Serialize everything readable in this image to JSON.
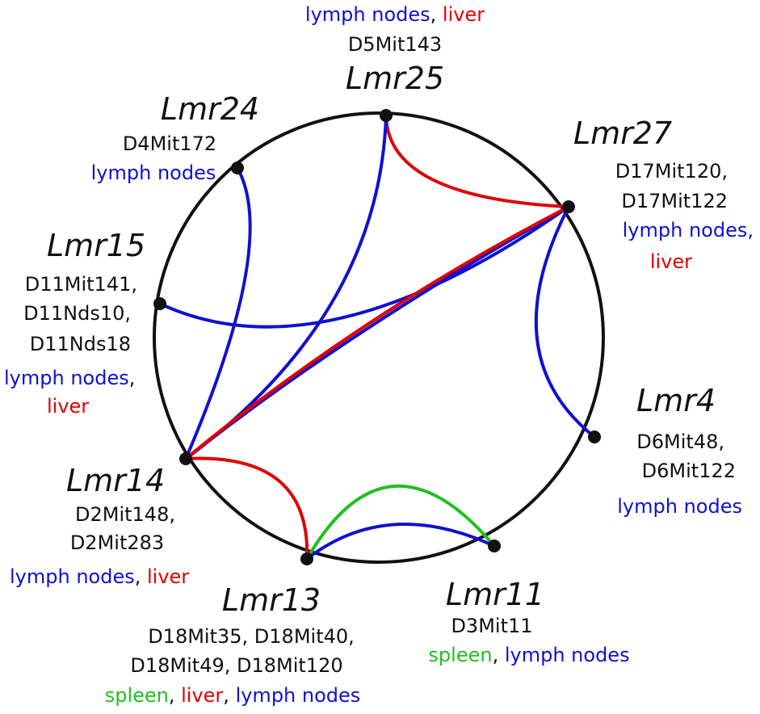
{
  "colors": {
    "blue": "#1010d0",
    "red": "#e00000",
    "green": "#1fc01f",
    "black": "#111111"
  },
  "nodes": {
    "lmr25": {
      "name": "Lmr25",
      "markers": [
        "D5Mit143"
      ],
      "tissue_1": "lymph nodes",
      "sep_1": ", ",
      "tissue_2": "liver"
    },
    "lmr24": {
      "name": "Lmr24",
      "markers": [
        "D4Mit172"
      ],
      "tissue_1": "lymph nodes"
    },
    "lmr27": {
      "name": "Lmr27",
      "markers": [
        "D17Mit120,",
        "D17Mit122"
      ],
      "tissue_1": "lymph nodes,",
      "tissue_2": "liver"
    },
    "lmr15": {
      "name": "Lmr15",
      "markers": [
        "D11Mit141,",
        "D11Nds10,",
        "D11Nds18"
      ],
      "tissue_1": "lymph nodes",
      "sep_1": ",",
      "tissue_2": "liver"
    },
    "lmr4": {
      "name": "Lmr4",
      "markers": [
        "D6Mit48,",
        "D6Mit122"
      ],
      "tissue_1": "lymph nodes"
    },
    "lmr14": {
      "name": "Lmr14",
      "markers": [
        "D2Mit148,",
        "D2Mit283"
      ],
      "tissue_1": "lymph nodes",
      "sep_1": ", ",
      "tissue_2": "liver"
    },
    "lmr13": {
      "name": "Lmr13",
      "markers": [
        "D18Mit35, D18Mit40,",
        "D18Mit49, D18Mit120"
      ],
      "tissue_1": "spleen",
      "sep_1": ", ",
      "tissue_2": "liver",
      "sep_2": ", ",
      "tissue_3": "lymph nodes"
    },
    "lmr11": {
      "name": "Lmr11",
      "markers": [
        "D3Mit11"
      ],
      "tissue_1": "spleen",
      "sep_1": ", ",
      "tissue_2": "lymph nodes"
    }
  },
  "links": [
    {
      "from": "Lmr25",
      "to": "Lmr27",
      "tissue": "liver",
      "color": "red"
    },
    {
      "from": "Lmr25",
      "to": "Lmr14",
      "tissue": "lymph nodes",
      "color": "blue"
    },
    {
      "from": "Lmr24",
      "to": "Lmr14",
      "tissue": "lymph nodes",
      "color": "blue"
    },
    {
      "from": "Lmr15",
      "to": "Lmr27",
      "tissue": "lymph nodes",
      "color": "blue"
    },
    {
      "from": "Lmr27",
      "to": "Lmr14",
      "tissue": "lymph nodes",
      "color": "blue"
    },
    {
      "from": "Lmr27",
      "to": "Lmr14",
      "tissue": "liver",
      "color": "red"
    },
    {
      "from": "Lmr27",
      "to": "Lmr4",
      "tissue": "lymph nodes",
      "color": "blue"
    },
    {
      "from": "Lmr14",
      "to": "Lmr13",
      "tissue": "liver",
      "color": "red"
    },
    {
      "from": "Lmr13",
      "to": "Lmr11",
      "tissue": "spleen",
      "color": "green"
    },
    {
      "from": "Lmr13",
      "to": "Lmr11",
      "tissue": "lymph nodes",
      "color": "blue"
    }
  ]
}
